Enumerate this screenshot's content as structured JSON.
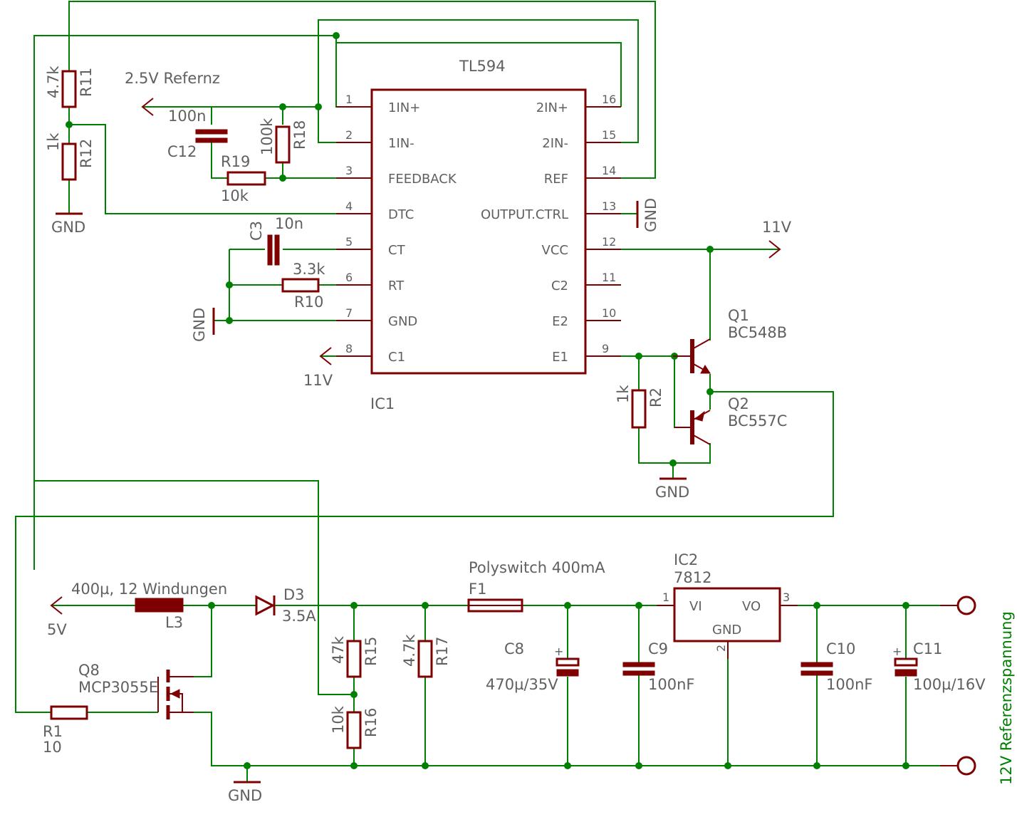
{
  "ic1": {
    "name": "IC1",
    "value": "TL594",
    "pins_left": [
      {
        "num": "1",
        "name": "1IN+"
      },
      {
        "num": "2",
        "name": "1IN-"
      },
      {
        "num": "3",
        "name": "FEEDBACK"
      },
      {
        "num": "4",
        "name": "DTC"
      },
      {
        "num": "5",
        "name": "CT"
      },
      {
        "num": "6",
        "name": "RT"
      },
      {
        "num": "7",
        "name": "GND"
      },
      {
        "num": "8",
        "name": "C1"
      }
    ],
    "pins_right": [
      {
        "num": "16",
        "name": "2IN+"
      },
      {
        "num": "15",
        "name": "2IN-"
      },
      {
        "num": "14",
        "name": "REF"
      },
      {
        "num": "13",
        "name": "OUTPUT.CTRL"
      },
      {
        "num": "12",
        "name": "VCC"
      },
      {
        "num": "11",
        "name": "C2"
      },
      {
        "num": "10",
        "name": "E2"
      },
      {
        "num": "9",
        "name": "E1"
      }
    ]
  },
  "ic2": {
    "name": "IC2",
    "value": "7812",
    "pin_vi": "VI",
    "pin_vo": "VO",
    "pin_gnd": "GND",
    "pin1": "1",
    "pin2": "2",
    "pin3": "3"
  },
  "parts": {
    "r11": {
      "name": "R11",
      "value": "4.7k"
    },
    "r12": {
      "name": "R12",
      "value": "1k"
    },
    "r18": {
      "name": "R18",
      "value": "100k"
    },
    "r19": {
      "name": "R19",
      "value": "10k"
    },
    "r10": {
      "name": "R10",
      "value": "3.3k"
    },
    "r2": {
      "name": "R2",
      "value": "1k"
    },
    "r15": {
      "name": "R15",
      "value": "47k"
    },
    "r16": {
      "name": "R16",
      "value": "10k"
    },
    "r17": {
      "name": "R17",
      "value": "4.7k"
    },
    "r1": {
      "name": "R1",
      "value": "10"
    },
    "c12": {
      "name": "C12",
      "value": "100n"
    },
    "c3": {
      "name": "C3",
      "value": "10n"
    },
    "c8": {
      "name": "C8",
      "value": "470µ/35V"
    },
    "c9": {
      "name": "C9",
      "value": "100nF"
    },
    "c10": {
      "name": "C10",
      "value": "100nF"
    },
    "c11": {
      "name": "C11",
      "value": "100µ/16V"
    },
    "q1": {
      "name": "Q1",
      "value": "BC548B"
    },
    "q2": {
      "name": "Q2",
      "value": "BC557C"
    },
    "q8": {
      "name": "Q8",
      "value": "MCP3055E"
    },
    "l3": {
      "name": "L3",
      "value": "400µ, 12 Windungen"
    },
    "d3": {
      "name": "D3",
      "value": "3.5A"
    },
    "f1": {
      "name": "F1",
      "value": "Polyswitch 400mA"
    }
  },
  "nets": {
    "gnd": "GND",
    "ref": "2.5V Refernz",
    "v11": "11V",
    "v5": "5V",
    "plus": "+",
    "output": "12V Referenzspannung"
  },
  "colors": {
    "wire": "#008000",
    "part": "#7f0000",
    "text": "#606060"
  }
}
